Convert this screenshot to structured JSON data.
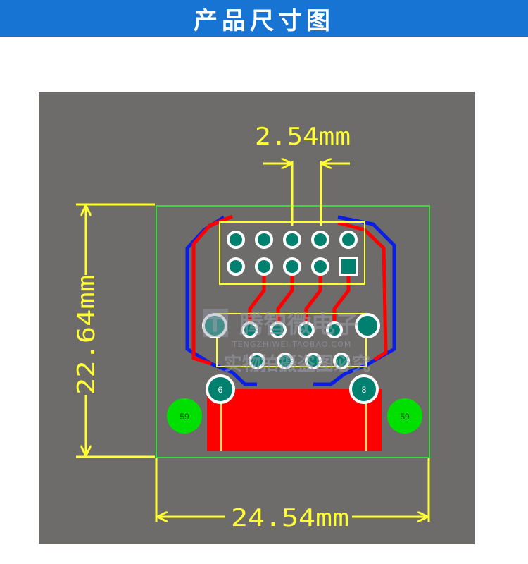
{
  "header": {
    "title": "产品尺寸图"
  },
  "dimensions": {
    "pitch": "2.54mm",
    "height": "22.64mm",
    "width": "24.54mm"
  },
  "pads": {
    "left_large": "6",
    "right_large": "8",
    "left_green": "59",
    "right_green": "59"
  },
  "watermark": {
    "logo_letter": "T",
    "brand": "腾智微电子",
    "url": "TENGZHIWEI.TAOBAO.COM",
    "slogan": "实物拍摄盗图必究"
  },
  "colors": {
    "header_bg": "#1874d2",
    "board_bg": "#6e6b6b",
    "dimension": "#ffff33",
    "outline": "#33dd33",
    "trace_red": "#ff0000",
    "trace_blue": "#0a1ee6",
    "pad": "#00806e",
    "green_pad": "#00e000"
  }
}
